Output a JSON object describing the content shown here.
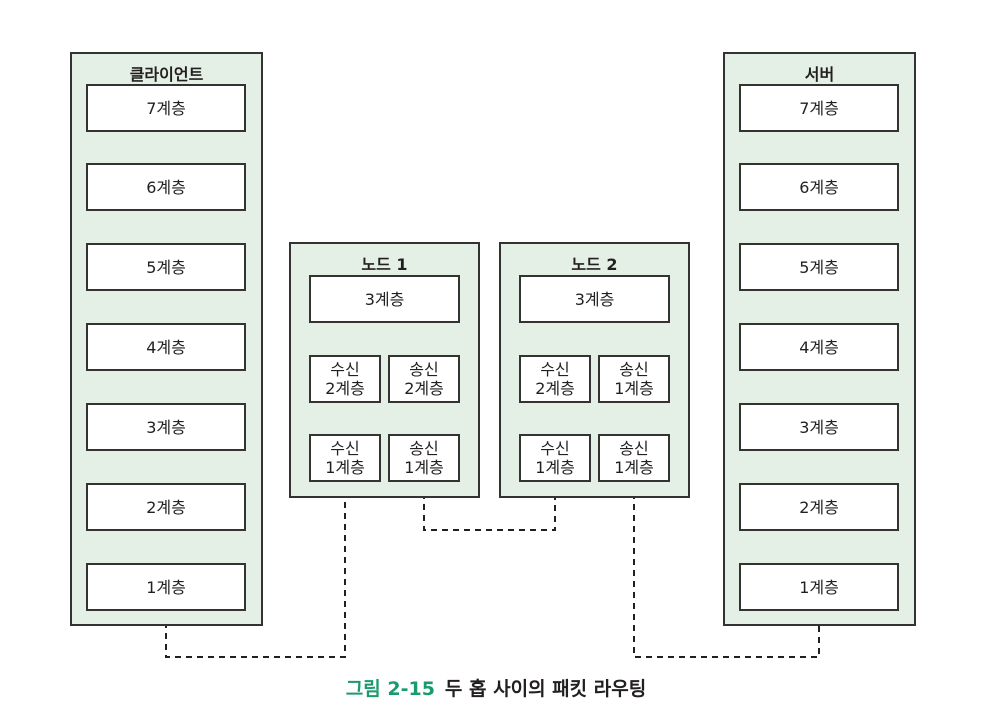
{
  "client": {
    "title": "클라이언트",
    "layers": [
      "7계층",
      "6계층",
      "5계층",
      "4계층",
      "3계층",
      "2계층",
      "1계층"
    ]
  },
  "server": {
    "title": "서버",
    "layers": [
      "7계층",
      "6계층",
      "5계층",
      "4계층",
      "3계층",
      "2계층",
      "1계층"
    ]
  },
  "node1": {
    "title": "노드 1",
    "layer3": "3계층",
    "recv2": [
      "수신",
      "2계층"
    ],
    "send2": [
      "송신",
      "2계층"
    ],
    "recv1": [
      "수신",
      "1계층"
    ],
    "send1": [
      "송신",
      "1계층"
    ]
  },
  "node2": {
    "title": "노드 2",
    "layer3": "3계층",
    "recv2": [
      "수신",
      "2계층"
    ],
    "send1a": [
      "송신",
      "1계층"
    ],
    "recv1": [
      "수신",
      "1계층"
    ],
    "send1b": [
      "송신",
      "1계층"
    ]
  },
  "caption": {
    "figure": "그림 2-15",
    "text": "두 홉 사이의 패킷 라우팅"
  },
  "colors": {
    "panel_fill": "#e4f0e6",
    "border": "#333333",
    "caption_accent": "#1a9b6c"
  }
}
